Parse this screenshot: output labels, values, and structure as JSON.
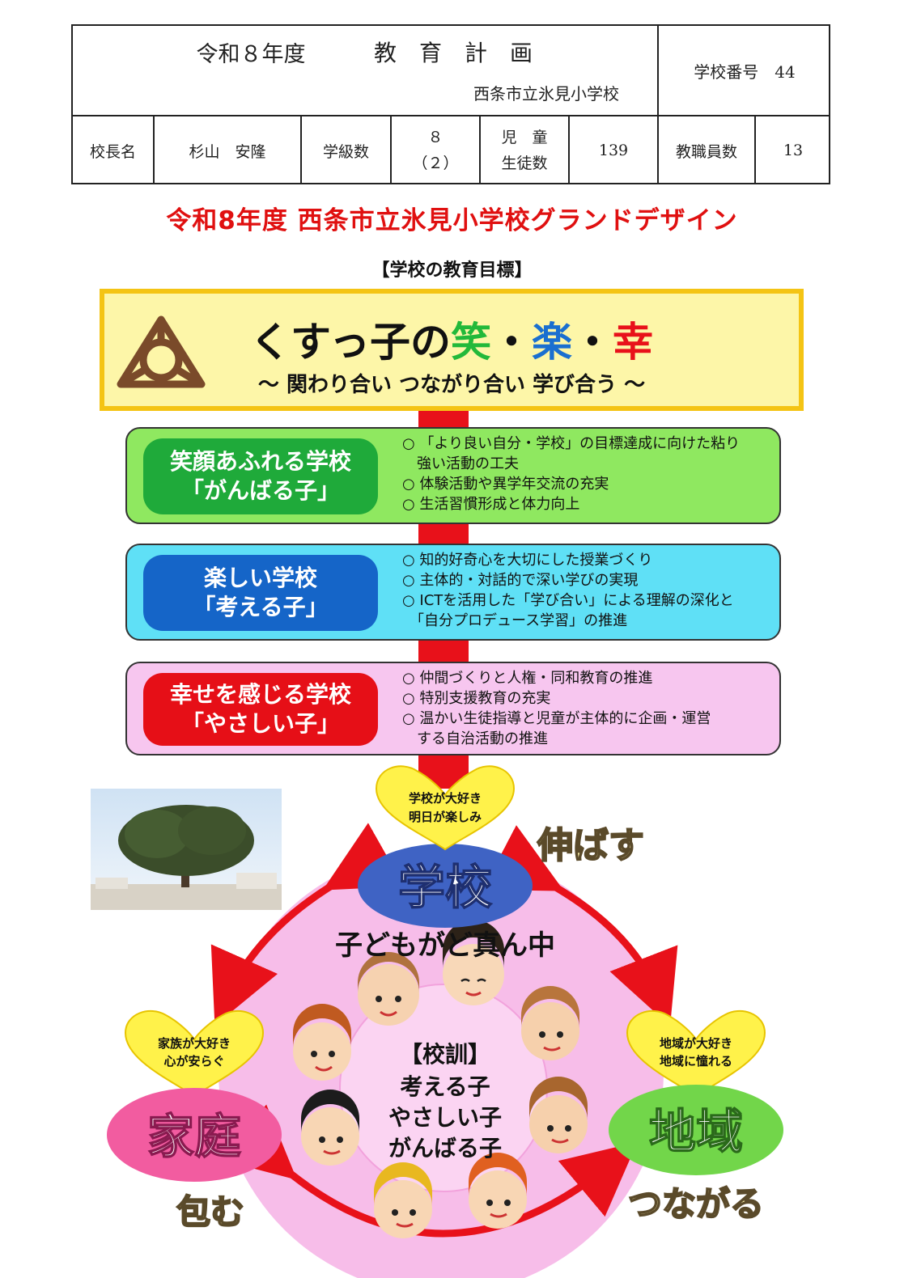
{
  "header": {
    "fiscal_year": "令和８年度",
    "plan_title": "教　育　計　画",
    "school_name": "西条市立氷見小学校",
    "school_number_label": "学校番号　44",
    "principal_label": "校長名",
    "principal_name": "杉山　安隆",
    "class_count_label": "学級数",
    "class_count_value": "８",
    "class_count_sub": "（２）",
    "students_label_1": "児　童",
    "students_label_2": "生徒数",
    "students_value": "139",
    "staff_label": "教職員数",
    "staff_value": "13"
  },
  "grand_title": "令和8年度  西条市立氷見小学校グランドデザイン",
  "goal": {
    "label": "【学校の教育目標】",
    "motto_prefix": "くすっ子の",
    "motto_char_1": "笑",
    "motto_sep": "・",
    "motto_char_2": "楽",
    "motto_char_3": "幸",
    "subtitle": "～ 関わり合い つながり合い 学び合う ～"
  },
  "colors": {
    "red": "#e8111a",
    "green_panel": "#8fe860",
    "green_pill": "#1faa3a",
    "blue_panel": "#5fe0f6",
    "blue_pill": "#1565c8",
    "pink_panel": "#f7c6ef",
    "red_pill": "#e60f17",
    "yellow_heart": "#fff24a"
  },
  "panels": [
    {
      "pill_line_1": "笑顔あふれる学校",
      "pill_line_2": "「がんばる子」",
      "items": [
        "○ 「より良い自分・学校」の目標達成に向けた粘り",
        "　強い活動の工夫",
        "○ 体験活動や異学年交流の充実",
        "○ 生活習慣形成と体力向上"
      ]
    },
    {
      "pill_line_1": "楽しい学校",
      "pill_line_2": "「考える子」",
      "items": [
        "○ 知的好奇心を大切にした授業づくり",
        "○ 主体的・対話的で深い学びの実現",
        "○ ICTを活用した「学び合い」による理解の深化と",
        "　「自分プロデュース学習」の推進"
      ]
    },
    {
      "pill_line_1": "幸せを感じる学校",
      "pill_line_2": "「やさしい子」",
      "items": [
        "○ 仲間づくりと人権・同和教育の推進",
        "○ 特別支援教育の充実",
        "○ 温かい生徒指導と児童が主体的に企画・運営",
        "　する自治活動の推進"
      ]
    }
  ],
  "diagram": {
    "school_heart_1": "学校が大好き",
    "school_heart_2": "明日が楽しみ",
    "school": "学校",
    "nobasu": "伸ばす",
    "center_caption": "子どもがど真ん中",
    "family_heart_1": "家族が大好き",
    "family_heart_2": "心が安らぐ",
    "family": "家庭",
    "tsutsumu": "包む",
    "region_heart_1": "地域が大好き",
    "region_heart_2": "地域に憧れる",
    "region": "地域",
    "tsunagaru": "つながる",
    "motto_title": "【校訓】",
    "motto_1": "考える子",
    "motto_2": "やさしい子",
    "motto_3": "がんばる子"
  }
}
